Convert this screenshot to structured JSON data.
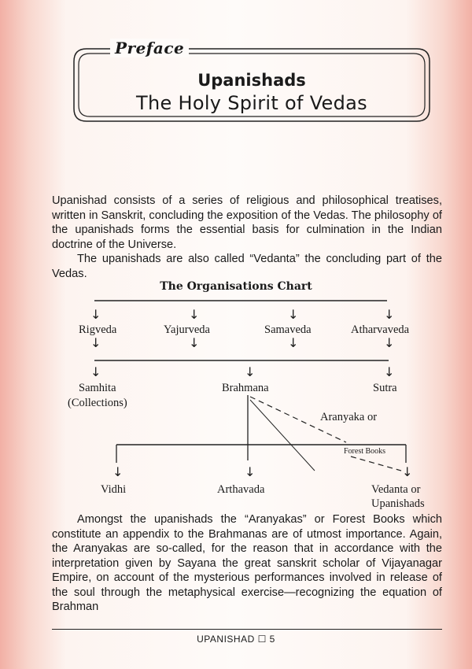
{
  "header": {
    "preface": "Preface",
    "title": "Upanishads",
    "subtitle": "The Holy Spirit of Vedas"
  },
  "intro": {
    "p1": "Upanishad consists of a series of religious and philosophical treatises, written in Sanskrit, concluding the exposition of the Vedas. The philosophy of the upanishads forms the essential basis for culmination in the Indian doctrine of the Universe.",
    "p2": "The upanishads are also called “Vedanta” the concluding part of the Vedas."
  },
  "chart": {
    "title": "The Organisations Chart",
    "vedas": [
      "Rigveda",
      "Yajurveda",
      "Samaveda",
      "Atharvaveda"
    ],
    "level2": [
      "Samhita",
      "Brahmana",
      "Sutra"
    ],
    "samhita_note": "(Collections)",
    "aranyaka": "Aranyaka or",
    "forest_books": "Forest Books",
    "level3": [
      "Vidhi",
      "Arthavada"
    ],
    "vedanta": "Vedanta or",
    "upanishads": "Upanishads"
  },
  "body": {
    "p3": "Amongst the upanishads the “Aranyakas” or Forest Books which constitute an appendix to the Brahmanas are of utmost importance. Again, the Aranyakas are so-called, for the reason that in accordance with the interpretation given by Sayana the great sanskrit scholar of Vijayanagar Empire, on account of the mysterious performances involved in release of the soul through the metaphysical exercise—recognizing the equation of Brahman"
  },
  "footer": {
    "text": "UPANISHAD ☐ 5"
  }
}
